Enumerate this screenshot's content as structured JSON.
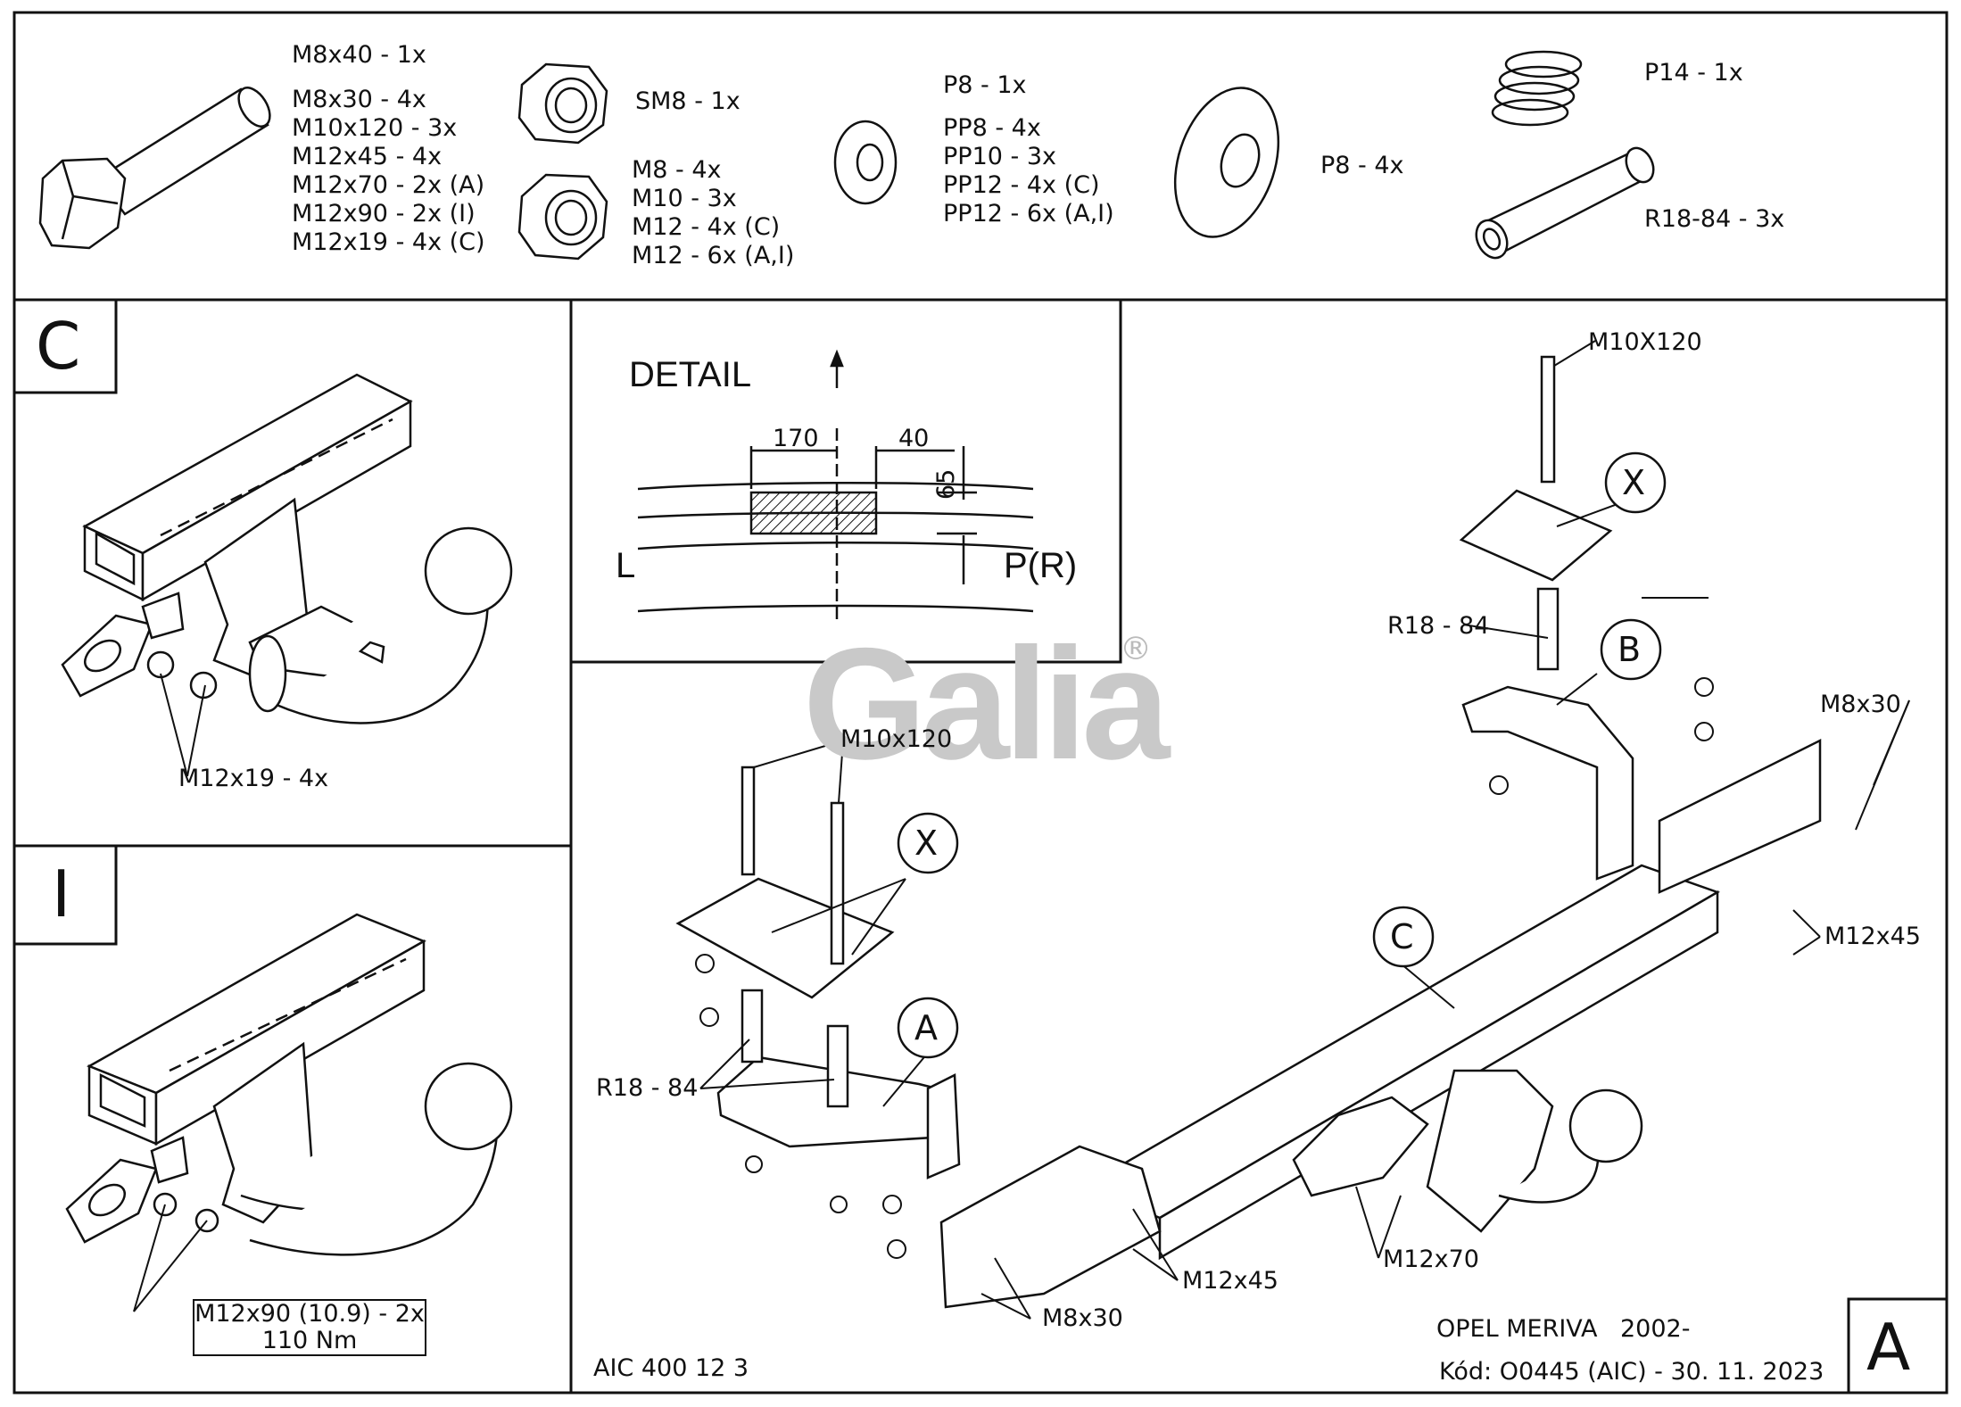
{
  "parts": {
    "bolts": [
      "M8x40 - 1x",
      "",
      "M8x30 - 4x",
      "M10x120 - 3x",
      "M12x45 - 4x",
      "M12x70 - 2x (A)",
      "M12x90 - 2x (I)",
      "M12x19 - 4x (C)"
    ],
    "self_lock_nut": "SM8 - 1x",
    "nuts": [
      "M8 - 4x",
      "M10 - 3x",
      "M12 - 4x (C)",
      "M12 - 6x (A,I)"
    ],
    "washers": [
      "P8 - 1x",
      "",
      "PP8 - 4x",
      "PP10 - 3x",
      "PP12 - 4x (C)",
      "PP12 - 6x (A,I)"
    ],
    "large_washer": "P8 - 4x",
    "spring": "P14 - 1x",
    "spacer": "R18-84 - 3x"
  },
  "panel_c": {
    "letter": "C",
    "bolt_label": "M12x19 - 4x"
  },
  "panel_i": {
    "letter": "I",
    "bolt_label_line1": "M12x90 (10.9) - 2x",
    "bolt_label_line2": "110 Nm"
  },
  "detail": {
    "title": "DETAIL",
    "dim_left": "170",
    "dim_right": "40",
    "dim_vertical": "65",
    "side_left": "L",
    "side_right": "P(R)"
  },
  "watermark": {
    "brand": "Galia",
    "registered": "®"
  },
  "main": {
    "labels": {
      "m10x120_right": "M10X120",
      "m10x120_left": "M10x120",
      "x_right": "X",
      "x_left": "X",
      "r18_right": "R18 - 84",
      "r18_left": "R18 - 84",
      "b": "B",
      "a": "A",
      "c": "C",
      "m8x30_right": "M8x30",
      "m12x45_right": "M12x45",
      "m12x45_center": "M12x45",
      "m8x30_bottom": "M8x30",
      "m12x70": "M12x70"
    },
    "footer_left": "AIC 400 12 3",
    "model": "OPEL MERIVA",
    "year": "2002-",
    "code": "Kód: O0445 (AIC) - 30. 11. 2023",
    "sheet_letter": "A"
  }
}
